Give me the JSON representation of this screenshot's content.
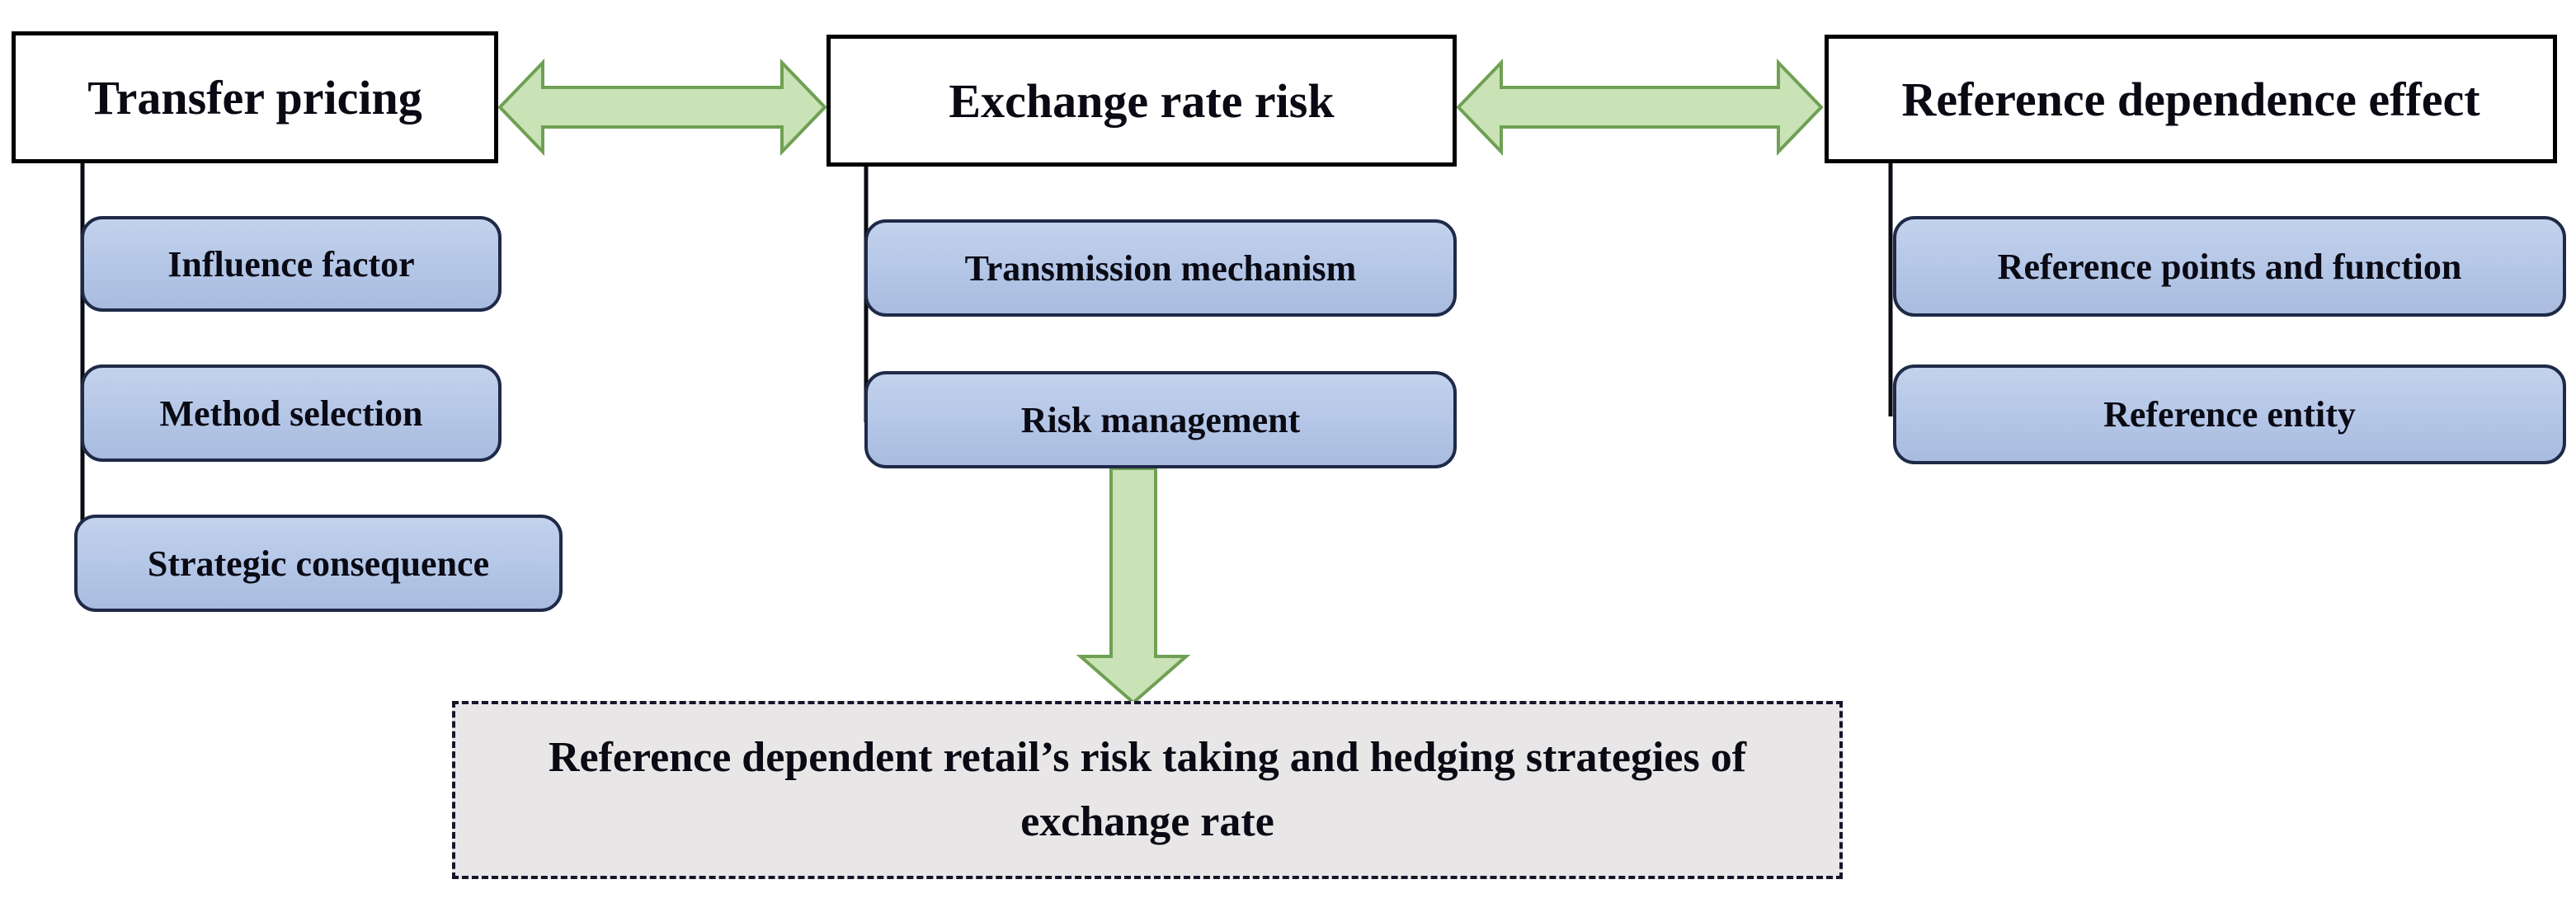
{
  "figure": {
    "columns": [
      {
        "title": "Transfer pricing",
        "children": [
          "Influence factor",
          "Method selection",
          "Strategic consequence"
        ]
      },
      {
        "title": "Exchange rate risk",
        "children": [
          "Transmission mechanism",
          "Risk management"
        ]
      },
      {
        "title": "Reference dependence effect",
        "children": [
          "Reference points and function",
          "Reference entity"
        ]
      }
    ],
    "outcome": "Reference dependent retail’s risk taking and hedging strategies of exchange rate"
  },
  "colors": {
    "title_border": "#000000",
    "node_fill": "#b4c6e7",
    "node_border": "#1f2a48",
    "arrow_fill": "#c9e2b6",
    "arrow_border": "#6fa053",
    "outcome_fill": "#e8e6e7",
    "outcome_border": "#15152a",
    "text": "#0a0a14"
  }
}
